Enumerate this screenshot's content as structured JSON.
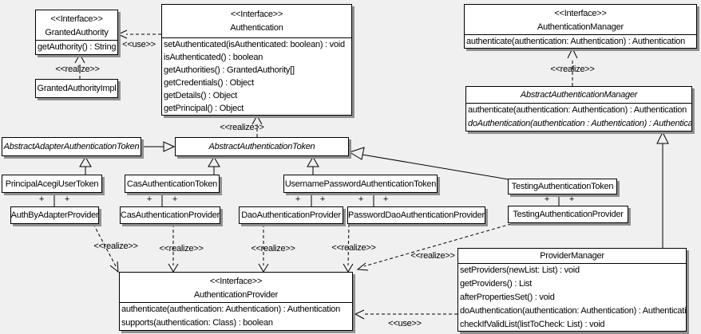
{
  "diagram": {
    "colors": {
      "background": "#f0f0f0",
      "box_fill": "#ffffff",
      "line": "#000000",
      "shadow": "#909090"
    },
    "labels": {
      "use": "<<use>>",
      "realize": "<<realize>>",
      "plus": "+"
    },
    "classes": {
      "granted_authority": {
        "stereotype": "<<Interface>>",
        "name": "GrantedAuthority",
        "methods": [
          "getAuthority() : String"
        ]
      },
      "granted_authority_impl": {
        "name": "GrantedAuthorityImpl"
      },
      "authentication": {
        "stereotype": "<<Interface>>",
        "name": "Authentication",
        "methods": [
          "setAuthenticated(isAuthenticated: boolean) : void",
          "isAuthenticated() : boolean",
          "getAuthorities() : GrantedAuthority[]",
          "getCredentials() : Object",
          "getDetails() : Object",
          "getPrincipal() : Object"
        ]
      },
      "authentication_manager": {
        "stereotype": "<<Interface>>",
        "name": "AuthenticationManager",
        "methods": [
          "authenticate(authentication: Authentication) : Authentication"
        ]
      },
      "abstract_authentication_manager": {
        "name": "AbstractAuthenticationManager",
        "methods": [
          "authenticate(authentication: Authentication) : Authentication",
          "doAuthentication(authentication : Authentication) : Authentication"
        ]
      },
      "abstract_adapter_authentication_token": {
        "name": "AbstractAdapterAuthenticationToken"
      },
      "abstract_authentication_token": {
        "name": "AbstractAuthenticationToken"
      },
      "principal_acegi_user_token": {
        "name": "PrincipalAcegiUserToken"
      },
      "cas_authentication_token": {
        "name": "CasAuthenticationToken"
      },
      "username_password_authentication_token": {
        "name": "UsernamePasswordAuthenticationToken"
      },
      "testing_authentication_token": {
        "name": "TestingAuthenticationToken"
      },
      "auth_by_adapter_provider": {
        "name": "AuthByAdapterProvider"
      },
      "cas_authentication_provider": {
        "name": "CasAuthenticationProvider"
      },
      "dao_authentication_provider": {
        "name": "DaoAuthenticationProvider"
      },
      "password_dao_authentication_provider": {
        "name": "PasswordDaoAuthenticationProvider"
      },
      "testing_authentication_provider": {
        "name": "TestingAuthenticationProvider"
      },
      "authentication_provider": {
        "stereotype": "<<Interface>>",
        "name": "AuthenticationProvider",
        "methods": [
          "authenticate(authentication: Authentication) : Authentication",
          "supports(authentication: Class) : boolean"
        ]
      },
      "provider_manager": {
        "name": "ProviderManager",
        "methods": [
          "setProviders(newList: List) : void",
          "getProviders() : List",
          "afterPropertiesSet() : void",
          "doAuthentication(authentication: Authentication) : Authentication",
          "checkIfValidList(listToCheck: List) : void"
        ]
      }
    },
    "relationships": [
      {
        "type": "use",
        "from": "Authentication",
        "to": "GrantedAuthority"
      },
      {
        "type": "realize",
        "from": "GrantedAuthorityImpl",
        "to": "GrantedAuthority"
      },
      {
        "type": "realize",
        "from": "AbstractAuthenticationToken",
        "to": "Authentication"
      },
      {
        "type": "realize",
        "from": "AbstractAuthenticationManager",
        "to": "AuthenticationManager"
      },
      {
        "type": "generalize",
        "from": "AbstractAdapterAuthenticationToken",
        "to": "AbstractAuthenticationToken"
      },
      {
        "type": "generalize",
        "from": "PrincipalAcegiUserToken",
        "to": "AbstractAdapterAuthenticationToken"
      },
      {
        "type": "generalize",
        "from": "CasAuthenticationToken",
        "to": "AbstractAuthenticationToken"
      },
      {
        "type": "generalize",
        "from": "UsernamePasswordAuthenticationToken",
        "to": "AbstractAuthenticationToken"
      },
      {
        "type": "generalize",
        "from": "TestingAuthenticationToken",
        "to": "AbstractAuthenticationToken"
      },
      {
        "type": "generalize",
        "from": "ProviderManager",
        "to": "AbstractAuthenticationManager"
      },
      {
        "type": "association",
        "from": "PrincipalAcegiUserToken",
        "to": "AuthByAdapterProvider"
      },
      {
        "type": "association",
        "from": "CasAuthenticationToken",
        "to": "CasAuthenticationProvider"
      },
      {
        "type": "association",
        "from": "UsernamePasswordAuthenticationToken",
        "to": "DaoAuthenticationProvider"
      },
      {
        "type": "association",
        "from": "UsernamePasswordAuthenticationToken",
        "to": "PasswordDaoAuthenticationProvider"
      },
      {
        "type": "association",
        "from": "TestingAuthenticationToken",
        "to": "TestingAuthenticationProvider"
      },
      {
        "type": "realize",
        "from": "AuthByAdapterProvider",
        "to": "AuthenticationProvider"
      },
      {
        "type": "realize",
        "from": "CasAuthenticationProvider",
        "to": "AuthenticationProvider"
      },
      {
        "type": "realize",
        "from": "DaoAuthenticationProvider",
        "to": "AuthenticationProvider"
      },
      {
        "type": "realize",
        "from": "PasswordDaoAuthenticationProvider",
        "to": "AuthenticationProvider"
      },
      {
        "type": "realize",
        "from": "TestingAuthenticationProvider",
        "to": "AuthenticationProvider"
      },
      {
        "type": "use",
        "from": "ProviderManager",
        "to": "AuthenticationProvider"
      }
    ]
  }
}
